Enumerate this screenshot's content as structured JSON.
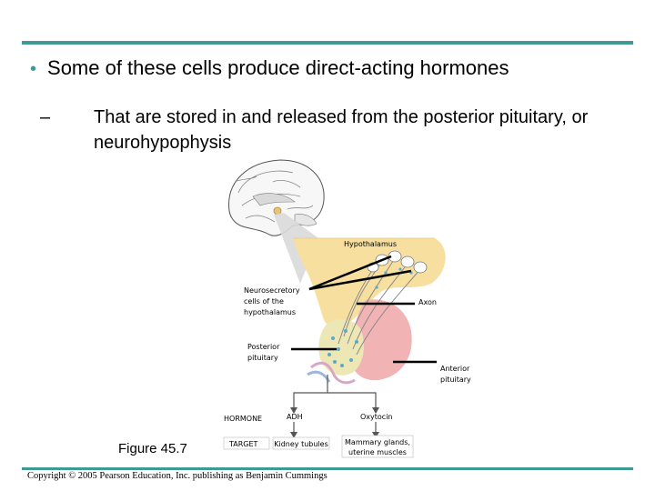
{
  "slide": {
    "bullet": "Some of these cells produce direct-acting hormones",
    "subbullet": "That are stored in and released from the posterior pituitary, or neurohypophysis",
    "figure_label": "Figure 45.7",
    "copyright": "Copyright © 2005 Pearson Education, Inc. publishing as Benjamin Cummings"
  },
  "diagram": {
    "hypothalamus": "Hypothalamus",
    "neuro_1": "Neurosecretory",
    "neuro_2": "cells of the",
    "neuro_3": "hypothalamus",
    "axon": "Axon",
    "posterior_1": "Posterior",
    "posterior_2": "pituitary",
    "anterior_1": "Anterior",
    "anterior_2": "pituitary",
    "hormone": "HORMONE",
    "adh": "ADH",
    "oxytocin": "Oxytocin",
    "target": "TARGET",
    "kidney": "Kidney tubules",
    "mammary_1": "Mammary glands,",
    "mammary_2": "uterine muscles"
  },
  "colors": {
    "accent": "#3f9a96",
    "hypothalamus": "#f7dfa0",
    "anterior": "#f2b3b5",
    "posterior": "#ede7b6"
  }
}
